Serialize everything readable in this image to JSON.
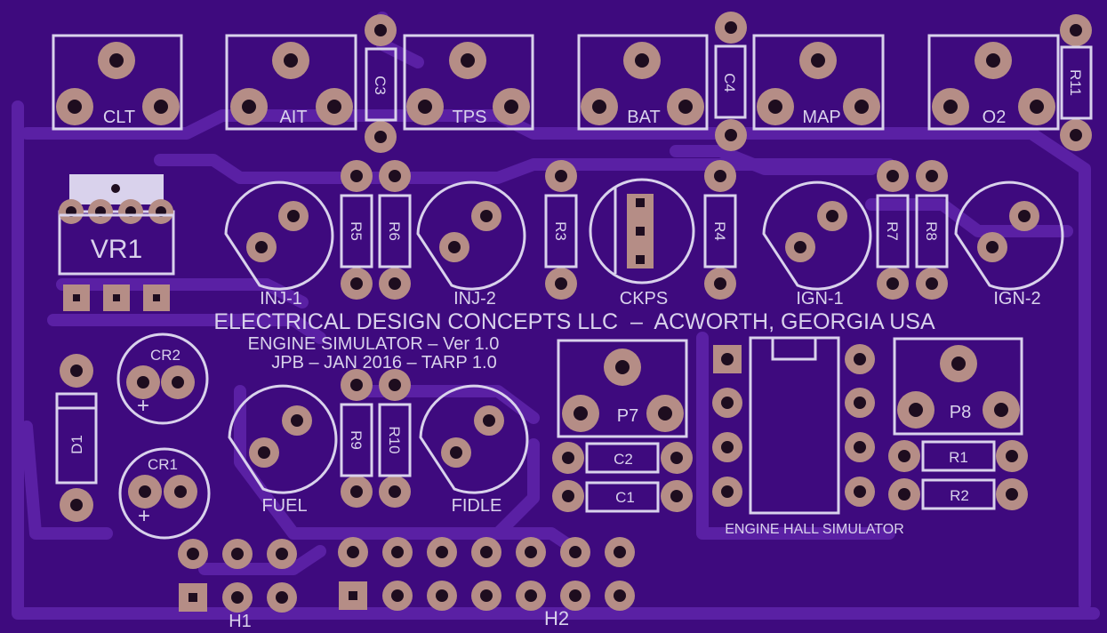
{
  "board": {
    "title_line": "ELECTRICAL DESIGN CONCEPTS LLC  –  ACWORTH, GEORGIA USA",
    "subtitle_line": "ENGINE SIMULATOR – Ver 1.0",
    "revision_line": "JPB – JAN 2016 – TARP 1.0"
  },
  "colors": {
    "substrate": "#3e0a7e",
    "silkscreen": "#d9d2ec",
    "pad_copper": "#b58d86",
    "trace": "#5a20a4"
  },
  "labels": {
    "clt": "CLT",
    "ait": "AIT",
    "tps": "TPS",
    "bat": "BAT",
    "map": "MAP",
    "o2": "O2",
    "c3": "C3",
    "c4": "C4",
    "r11": "R11",
    "vr1": "VR1",
    "r5": "R5",
    "r6": "R6",
    "r3": "R3",
    "r4": "R4",
    "r7": "R7",
    "r8": "R8",
    "inj1": "INJ-1",
    "inj2": "INJ-2",
    "ckps": "CKPS",
    "ign1": "IGN-1",
    "ign2": "IGN-2",
    "cr2": "CR2",
    "cr1": "CR1",
    "plus": "+",
    "d1": "D1",
    "r9": "R9",
    "r10": "R10",
    "fuel": "FUEL",
    "fidle": "FIDLE",
    "p7": "P7",
    "c2": "C2",
    "c1": "C1",
    "hall": "ENGINE HALL SIMULATOR",
    "p8": "P8",
    "r1": "R1",
    "r2": "R2",
    "h1": "H1",
    "h2": "H2"
  }
}
